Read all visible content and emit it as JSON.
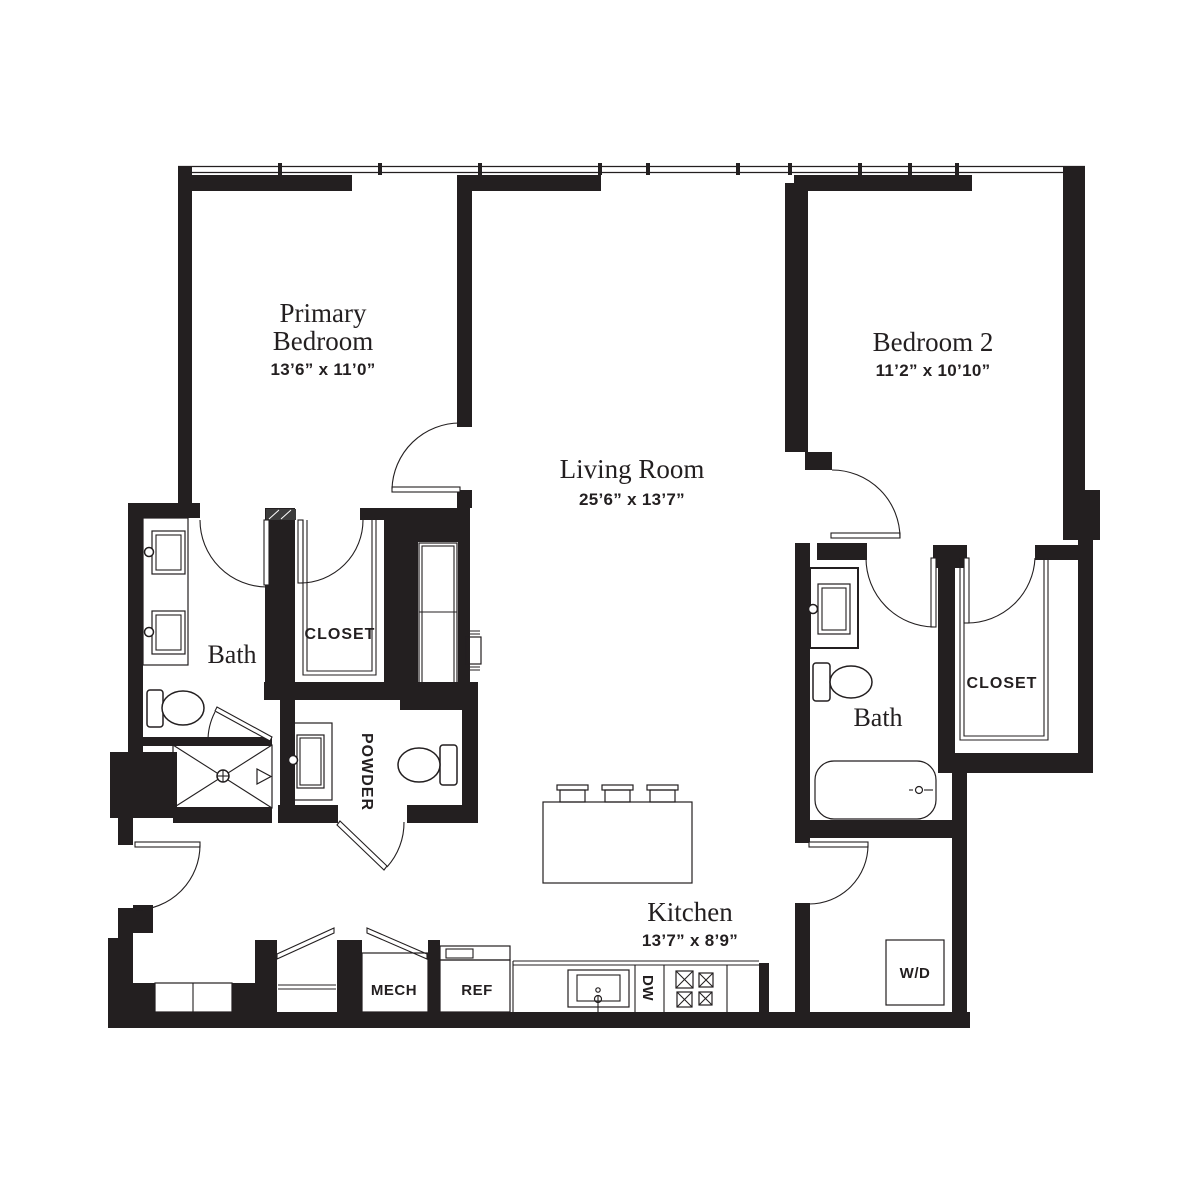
{
  "floorplan": {
    "colors": {
      "ink": "#231f20",
      "background": "#ffffff"
    },
    "rooms": {
      "primary_bedroom": {
        "name_line1": "Primary",
        "name_line2": "Bedroom",
        "dims": "13’6” x 11’0”"
      },
      "bedroom2": {
        "name": "Bedroom 2",
        "dims": "11’2” x 10’10”"
      },
      "living_room": {
        "name": "Living Room",
        "dims": "25’6” x 13’7”"
      },
      "kitchen": {
        "name": "Kitchen",
        "dims": "13’7” x 8’9”"
      },
      "bath_primary": {
        "name": "Bath"
      },
      "bath_2": {
        "name": "Bath"
      },
      "closet_primary": {
        "name": "CLOSET"
      },
      "closet_2": {
        "name": "CLOSET"
      },
      "powder": {
        "name": "POWDER"
      }
    },
    "appliances": {
      "mech": "MECH",
      "ref": "REF",
      "dw": "DW",
      "wd": "W/D"
    }
  }
}
